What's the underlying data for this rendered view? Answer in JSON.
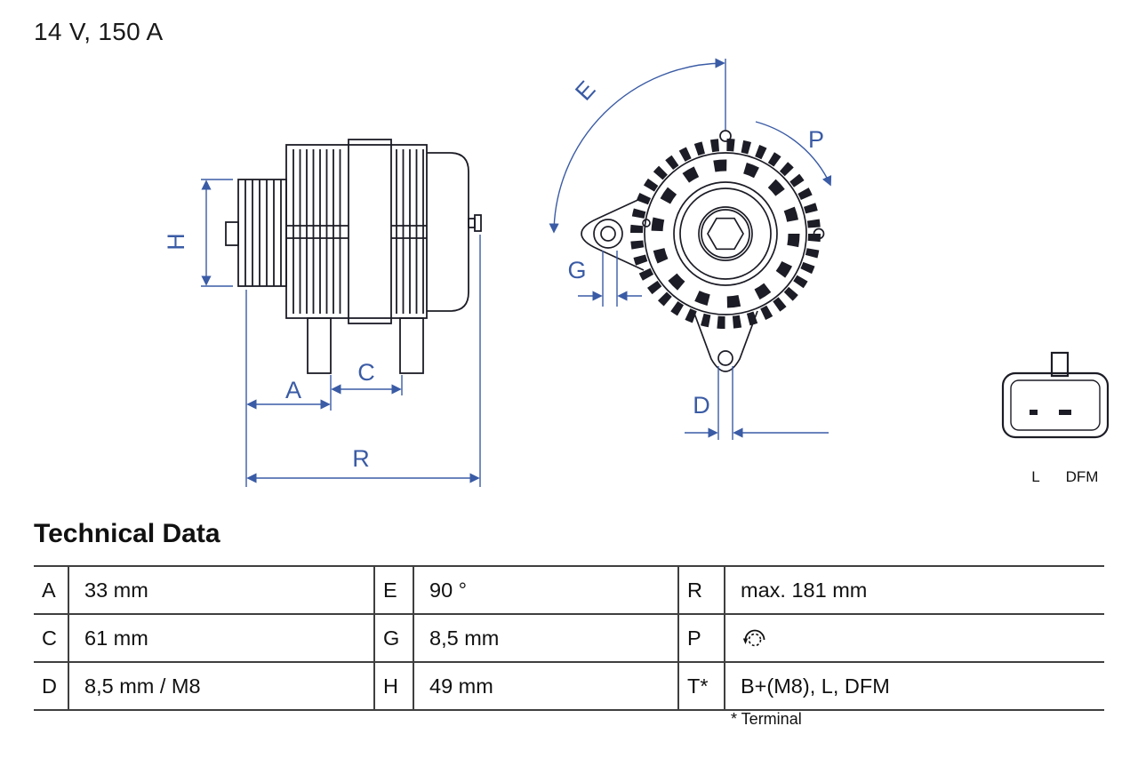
{
  "header": {
    "title": "14 V, 150 A"
  },
  "diagram": {
    "dimension_color": "#3A5BA5",
    "line_color": "#1C1C26",
    "labels": {
      "h": "H",
      "c": "C",
      "a": "A",
      "r": "R",
      "e": "E",
      "g": "G",
      "p": "P",
      "d": "D"
    },
    "connector": {
      "pin_left": "L",
      "pin_right": "DFM"
    }
  },
  "table": {
    "heading": "Technical Data",
    "rows": [
      {
        "cells": [
          {
            "label": "A",
            "value": "33 mm"
          },
          {
            "label": "E",
            "value": "90 °"
          },
          {
            "label": "R",
            "value": "max. 181 mm"
          }
        ]
      },
      {
        "cells": [
          {
            "label": "C",
            "value": "61 mm"
          },
          {
            "label": "G",
            "value": "8,5 mm"
          },
          {
            "label": "P",
            "value": "",
            "icon": "counterclockwise-rotation-icon"
          }
        ]
      },
      {
        "cells": [
          {
            "label": "D",
            "value": "8,5 mm / M8"
          },
          {
            "label": "H",
            "value": "49 mm"
          },
          {
            "label": "T*",
            "value": "B+(M8), L, DFM"
          }
        ]
      }
    ],
    "footnote": "* Terminal"
  }
}
